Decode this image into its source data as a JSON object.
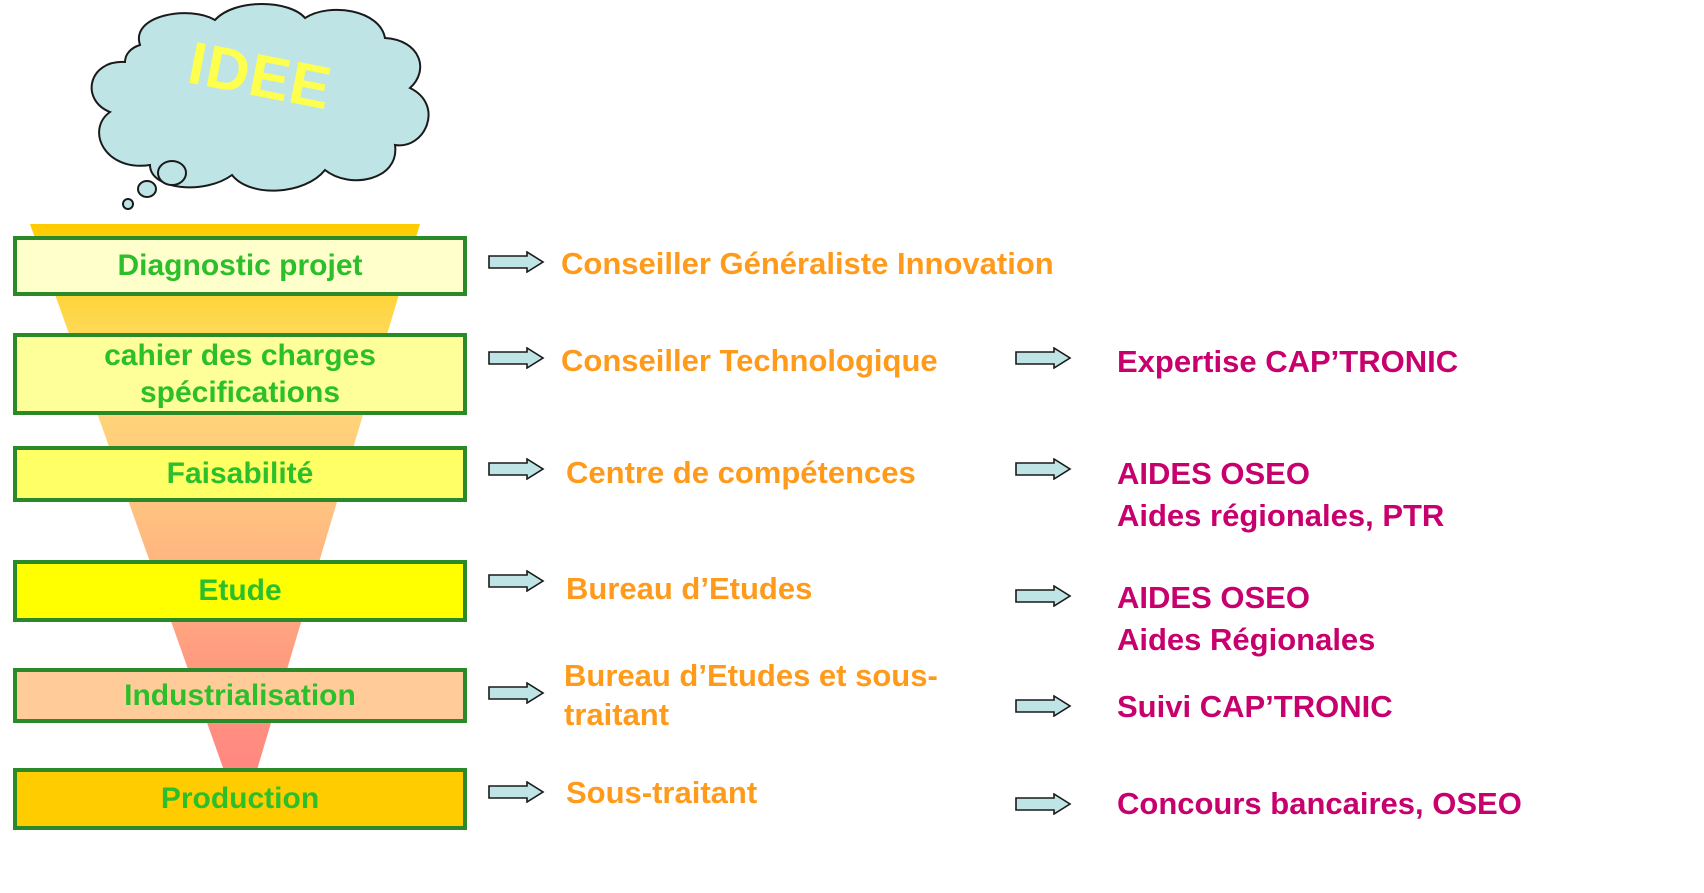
{
  "cloud": {
    "label": "IDEE"
  },
  "stages": [
    {
      "lines": [
        "Diagnostic projet"
      ]
    },
    {
      "lines": [
        "cahier des charges",
        "spécifications"
      ]
    },
    {
      "lines": [
        "Faisabilité"
      ]
    },
    {
      "lines": [
        "Etude"
      ]
    },
    {
      "lines": [
        "Industrialisation"
      ]
    },
    {
      "lines": [
        "Production"
      ]
    }
  ],
  "actors": [
    {
      "lines": [
        "Conseiller Généraliste Innovation"
      ]
    },
    {
      "lines": [
        "Conseiller Technologique"
      ]
    },
    {
      "lines": [
        "Centre de compétences"
      ]
    },
    {
      "lines": [
        "Bureau d’Etudes"
      ]
    },
    {
      "lines": [
        "Bureau d’Etudes et sous-",
        "traitant"
      ]
    },
    {
      "lines": [
        "Sous-traitant"
      ]
    }
  ],
  "supports": [
    {
      "lines": [
        "Expertise  CAP’TRONIC"
      ]
    },
    {
      "lines": [
        "AIDES OSEO",
        "Aides régionales, PTR"
      ]
    },
    {
      "lines": [
        "AIDES OSEO",
        "Aides Régionales"
      ]
    },
    {
      "lines": [
        "Suivi CAP’TRONIC"
      ]
    },
    {
      "lines": [
        "Concours bancaires, OSEO"
      ]
    }
  ],
  "colors": {
    "stage_border": "#2a8a2a",
    "stage_text": "#2bbf2b",
    "actor_text": "#ff9a1a",
    "support_text": "#c8006e",
    "cloud_fill": "#bfe4e6",
    "cloud_text": "#ffff4d",
    "arrow_fill": "#bfe4e6",
    "stage_fills": [
      "#ffffcc",
      "#ffff99",
      "#ffff66",
      "#ffff00",
      "#ffcc99",
      "#ffcc00"
    ]
  }
}
